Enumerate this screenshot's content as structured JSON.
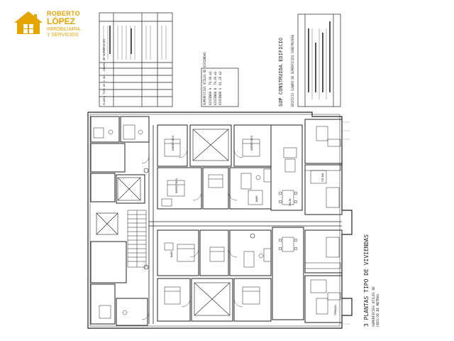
{
  "brand": {
    "name_line1": "ROBERTO",
    "name_line2": "LÓPEZ",
    "tagline1": "INMOBILIARIA",
    "tagline2": "Y SERVICIOS",
    "color": "#e6a400"
  },
  "plan": {
    "main_title": "3 PLANTAS TIPO DE VIVIENDAS",
    "sub_title_1": "SUPERFICIES UTILES DE",
    "sub_title_2": "CEE5/20 DE METROS",
    "constructed_header": "SUP CONSTRUIDA EDIFICIO",
    "constructed_subheader": "EDIFICIO CUADRO DE SUPERFICIES CONSTRUIDAS",
    "useful_header": "SUPERFICIES UTILES DE VIVIENDAS",
    "useful_rows": [
      {
        "name": "VIVIENDA A",
        "value": "79,00 m2"
      },
      {
        "name": "VIVIENDA B",
        "value": "79,00 m2"
      },
      {
        "name": "VIVIENDA 3",
        "value": "81,20 m2"
      }
    ],
    "table1_header": "PLANTA TIPO DE 3 UD - CUADRO DE SUPERFICIES",
    "room_labels": [
      "DORMITORIO",
      "DORMITORIO",
      "DORMITORIO",
      "SALON",
      "COCINA",
      "BAÑO",
      "BAÑO",
      "TERRAZA"
    ]
  }
}
